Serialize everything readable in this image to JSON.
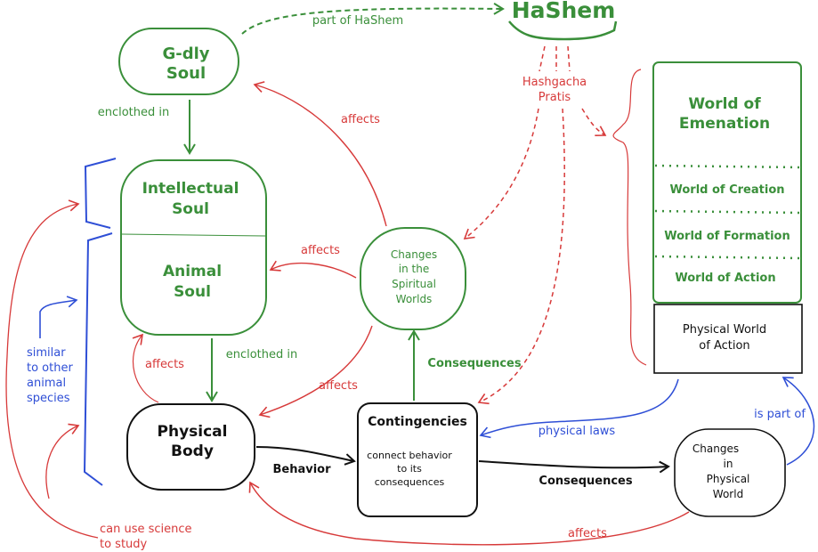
{
  "colors": {
    "green": "#3a8f3a",
    "red": "#d73a3a",
    "blue": "#2f4fd6",
    "black": "#111111"
  },
  "hashem": {
    "title": "HaShem"
  },
  "hashgacha": {
    "line1": "Hashgacha",
    "line2": "Pratis"
  },
  "gdly_soul": {
    "line1": "G-dly",
    "line2": "Soul"
  },
  "souls": {
    "intellectual": {
      "line1": "Intellectual",
      "line2": "Soul"
    },
    "animal": {
      "line1": "Animal",
      "line2": "Soul"
    }
  },
  "physical_body": {
    "line1": "Physical",
    "line2": "Body"
  },
  "spiritual_changes": {
    "line1": "Changes",
    "line2": "in the",
    "line3": "Spiritual",
    "line4": "Worlds"
  },
  "contingencies": {
    "title": "Contingencies",
    "sub1": "connect behavior",
    "sub2": "to its",
    "sub3": "consequences"
  },
  "physical_changes": {
    "line1": "Changes",
    "line2": "in",
    "line3": "Physical",
    "line4": "World"
  },
  "worlds": {
    "emanation1": "World of",
    "emanation2": "Emenation",
    "creation": "World of Creation",
    "formation": "World of Formation",
    "action": "World of Action"
  },
  "physical_world": {
    "line1": "Physical World",
    "line2": "of Action"
  },
  "labels": {
    "part_of_hashem": "part of HaShem",
    "enclothed_in_1": "enclothed in",
    "enclothed_in_2": "enclothed in",
    "affects_gdly": "affects",
    "affects_souls": "affects",
    "affects_body_from_spiritual": "affects",
    "affects_soul_from_body": "affects",
    "affects_bottom": "affects",
    "consequences_up": "Consequences",
    "consequences_right": "Consequences",
    "behavior": "Behavior",
    "physical_laws": "physical laws",
    "is_part_of": "is part of",
    "similar1": "similar",
    "similar2": "to other",
    "similar3": "animal",
    "similar4": "species",
    "science1": "can use science",
    "science2": "to study"
  }
}
